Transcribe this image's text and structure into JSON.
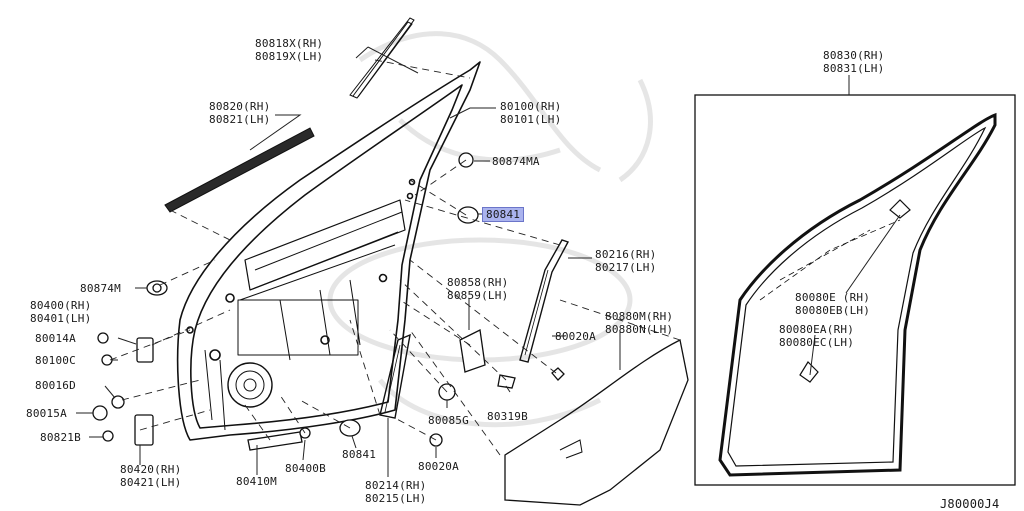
{
  "diagram_id": "J80000J4",
  "highlight_color": "#aab3ee",
  "labels": {
    "p80818x": "80818X(RH)",
    "p80819x": "80819X(LH)",
    "p80820": "80820(RH)",
    "p80821": "80821(LH)",
    "p80100": "80100(RH)",
    "p80101": "80101(LH)",
    "p80874ma": "80874MA",
    "p80841_hl": "80841",
    "p80216": "80216(RH)",
    "p80217": "80217(LH)",
    "p80874m": "80874M",
    "p80400": "80400(RH)",
    "p80401": "80401(LH)",
    "p80014a": "80014A",
    "p80100c": "80100C",
    "p80016d": "80016D",
    "p80015a": "80015A",
    "p80821b": "80821B",
    "p80858": "80858(RH)",
    "p80859": "80859(LH)",
    "p80020a_top": "80020A",
    "p80880m": "80880M(RH)",
    "p80880n": "80880N(LH)",
    "p80085g": "80085G",
    "p80319b": "80319B",
    "p80841_b": "80841",
    "p80020a_bot": "80020A",
    "p80214": "80214(RH)",
    "p80215": "80215(LH)",
    "p80420": "80420(RH)",
    "p80421": "80421(LH)",
    "p80410m": "80410M",
    "p80400b": "80400B",
    "p80830": "80830(RH)",
    "p80831": "80831(LH)",
    "p80080e": "80080E (RH)",
    "p80080eb": "80080EB(LH)",
    "p80080ea": "80080EA(RH)",
    "p80080ec": "80080EC(LH)"
  }
}
